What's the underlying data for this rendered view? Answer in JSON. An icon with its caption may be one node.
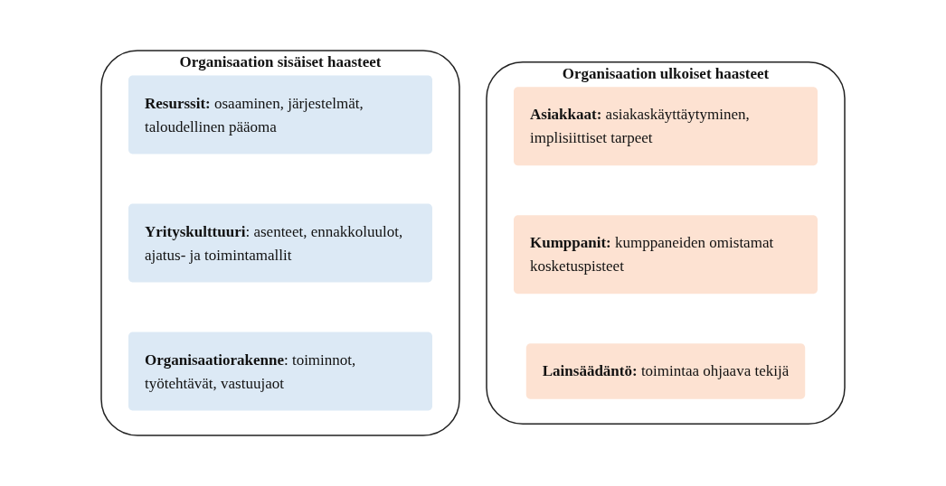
{
  "diagram": {
    "nodes": [
      {
        "text": [
          "Organisaation sisäiset haasteet"
        ]
      },
      {
        "text": [
          "**Resurssit:** osaaminen, järjestelmät, taloudellinen pääoma"
        ],
        "in": 0
      },
      {
        "text": [
          "**Yrityskulttuuri**: asenteet, ennakkoluulot, ajatus- ja toimintamallit"
        ],
        "in": 0
      },
      {
        "text": [
          "**Organisaatiorakenne**: toiminnot, työtehtävät, vastuujaot"
        ],
        "in": 0
      },
      {
        "text": [
          "Organisaation ulkoiset haasteet"
        ]
      },
      {
        "text": [
          "**Asiakkaat:** asiakaskäyttäytyminen, implisiittiset tarpeet"
        ],
        "in": 4
      },
      {
        "text": [
          "**Kumppanit:** kumppaneiden omistamat kosketuspisteet"
        ],
        "in": 4
      },
      {
        "text": [
          "**Lainsäädäntö:** toimintaa ohjaava tekijä"
        ],
        "in": 4
      }
    ],
    "edges": []
  }
}
